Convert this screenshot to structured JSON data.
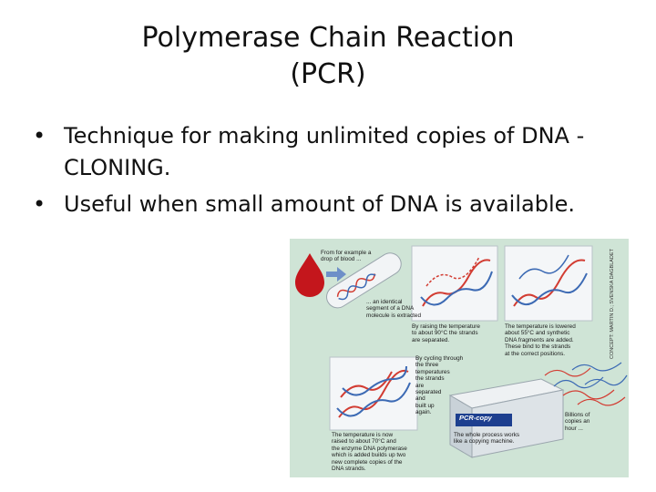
{
  "slide": {
    "title_line1": "Polymerase Chain Reaction",
    "title_line2": "(PCR)",
    "bullets": [
      "Technique for making unlimited copies of DNA - CLONING.",
      "Useful when small amount of DNA is available."
    ],
    "bullet_glyph": "•"
  },
  "figure": {
    "credit": "CONCEPT: MARTIN D.; SVENSKA DAGBLADET",
    "captions": {
      "blood": "From for example a\ndrop of blood ...",
      "segment": "... an identical\nsegment of a DNA\nmolecule is extracted",
      "raise": "By raising the temperature\nto about 90°C the strands\nare separated.",
      "lower": "The temperature is lowered\nabout 55°C and synthetic\nDNA fragments are added.\nThese bind to the strands\nat the correct positions.",
      "cycle": "By cycling through\nthe three\ntemperatures\nthe strands\nare\nseparated\nand\nbuilt up\nagain.",
      "raise70": "The temperature is now\nraised to about 70°C and\nthe enzyme DNA polymerase\nwhich is added builds up two\nnew complete copies of the\nDNA strands.",
      "machine_label": "PCR-copy",
      "process": "The whole process works\nlike a copying machine.",
      "billions": "Billions of\ncopies an\nhour ..."
    },
    "colors": {
      "background": "#cfe4d6",
      "strand_red": "#d23c32",
      "strand_blue": "#3c6ab4",
      "blood": "#c4161c",
      "arrow": "#6e8fc8",
      "panel": "#f4f6f8"
    }
  }
}
